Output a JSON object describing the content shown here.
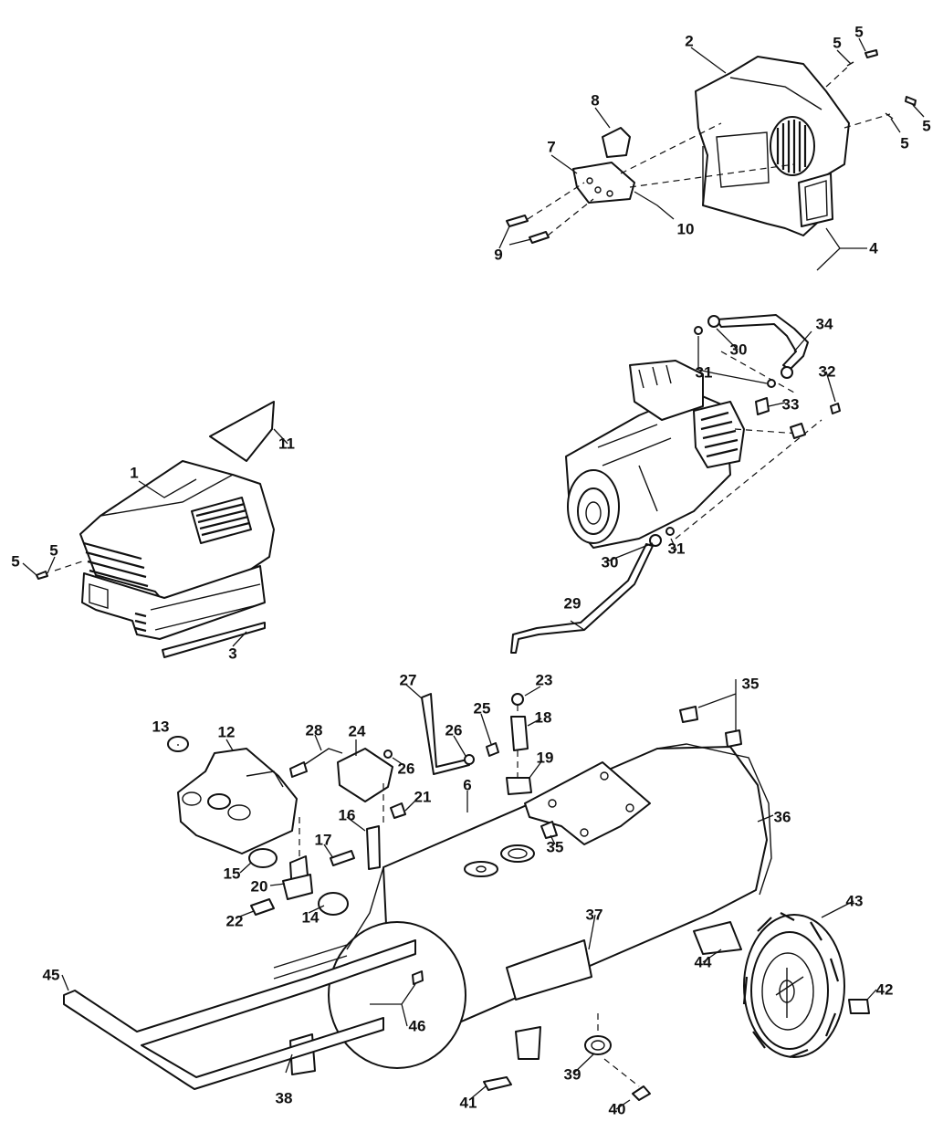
{
  "callouts": [
    {
      "id": "c1",
      "text": "1"
    },
    {
      "id": "c2",
      "text": "2"
    },
    {
      "id": "c3",
      "text": "3"
    },
    {
      "id": "c4",
      "text": "4"
    },
    {
      "id": "c5a",
      "text": "5"
    },
    {
      "id": "c5b",
      "text": "5"
    },
    {
      "id": "c5c",
      "text": "5"
    },
    {
      "id": "c5d",
      "text": "5"
    },
    {
      "id": "c5e",
      "text": "5"
    },
    {
      "id": "c5f",
      "text": "5"
    },
    {
      "id": "c6",
      "text": "6"
    },
    {
      "id": "c7",
      "text": "7"
    },
    {
      "id": "c8",
      "text": "8"
    },
    {
      "id": "c9",
      "text": "9"
    },
    {
      "id": "c10",
      "text": "10"
    },
    {
      "id": "c11",
      "text": "11"
    },
    {
      "id": "c12",
      "text": "12"
    },
    {
      "id": "c13",
      "text": "13"
    },
    {
      "id": "c14",
      "text": "14"
    },
    {
      "id": "c15",
      "text": "15"
    },
    {
      "id": "c16",
      "text": "16"
    },
    {
      "id": "c17",
      "text": "17"
    },
    {
      "id": "c18",
      "text": "18"
    },
    {
      "id": "c19",
      "text": "19"
    },
    {
      "id": "c20",
      "text": "20"
    },
    {
      "id": "c21",
      "text": "21"
    },
    {
      "id": "c22",
      "text": "22"
    },
    {
      "id": "c23",
      "text": "23"
    },
    {
      "id": "c24",
      "text": "24"
    },
    {
      "id": "c25",
      "text": "25"
    },
    {
      "id": "c26a",
      "text": "26"
    },
    {
      "id": "c26b",
      "text": "26"
    },
    {
      "id": "c27",
      "text": "27"
    },
    {
      "id": "c28",
      "text": "28"
    },
    {
      "id": "c29",
      "text": "29"
    },
    {
      "id": "c30a",
      "text": "30"
    },
    {
      "id": "c30b",
      "text": "30"
    },
    {
      "id": "c31a",
      "text": "31"
    },
    {
      "id": "c31b",
      "text": "31"
    },
    {
      "id": "c32",
      "text": "32"
    },
    {
      "id": "c33",
      "text": "33"
    },
    {
      "id": "c34",
      "text": "34"
    },
    {
      "id": "c35a",
      "text": "35"
    },
    {
      "id": "c35b",
      "text": "35"
    },
    {
      "id": "c36",
      "text": "36"
    },
    {
      "id": "c37",
      "text": "37"
    },
    {
      "id": "c38",
      "text": "38"
    },
    {
      "id": "c39",
      "text": "39"
    },
    {
      "id": "c40",
      "text": "40"
    },
    {
      "id": "c41",
      "text": "41"
    },
    {
      "id": "c42",
      "text": "42"
    },
    {
      "id": "c43",
      "text": "43"
    },
    {
      "id": "c44",
      "text": "44"
    },
    {
      "id": "c45",
      "text": "45"
    },
    {
      "id": "c46",
      "text": "46"
    }
  ]
}
